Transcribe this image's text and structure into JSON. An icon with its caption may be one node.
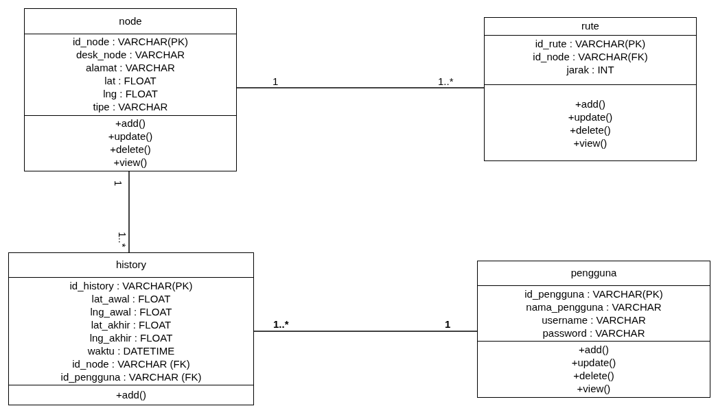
{
  "diagram": {
    "nodes": [
      {
        "text": [
          "node"
        ]
      },
      {
        "text": [
          "id_node : VARCHAR(PK)",
          "desk_node : VARCHAR",
          "alamat : VARCHAR",
          "lat : FLOAT",
          "lng : FLOAT",
          "tipe : VARCHAR"
        ],
        "in": 0
      },
      {
        "text": [
          "+add()",
          "+update()",
          "+delete()",
          "+view()"
        ],
        "in": 0
      },
      {
        "text": [
          "rute"
        ]
      },
      {
        "text": [
          "id_rute : VARCHAR(PK)",
          "id_node : VARCHAR(FK)",
          "jarak : INT"
        ],
        "in": 3
      },
      {
        "text": [
          "+add()",
          "+update()",
          "+delete()",
          "+view()"
        ],
        "in": 3
      },
      {
        "text": [
          "history"
        ]
      },
      {
        "text": [
          "id_history : VARCHAR(PK)",
          "lat_awal : FLOAT",
          "lng_awal : FLOAT",
          "lat_akhir : FLOAT",
          "lng_akhir : FLOAT",
          "waktu : DATETIME",
          "id_node : VARCHAR (FK)",
          "id_pengguna : VARCHAR (FK)"
        ],
        "in": 6
      },
      {
        "text": [
          "+add()"
        ],
        "in": 6
      },
      {
        "text": [
          "pengguna"
        ]
      },
      {
        "text": [
          "id_pengguna : VARCHAR(PK)",
          "nama_pengguna : VARCHAR",
          "username : VARCHAR",
          "password : VARCHAR"
        ],
        "in": 9
      },
      {
        "text": [
          "+add()",
          "+update()",
          "+delete()",
          "+view()"
        ],
        "in": 9
      }
    ],
    "edges": [
      {
        "from": 0,
        "to": 3,
        "arrow": "none"
      },
      {
        "from": 0,
        "to": 6,
        "arrow": "none"
      },
      {
        "from": 6,
        "to": 9,
        "arrow": "none"
      }
    ],
    "labels": [
      "1",
      "1..*",
      "1",
      "1..*",
      "1..*",
      "1"
    ]
  }
}
